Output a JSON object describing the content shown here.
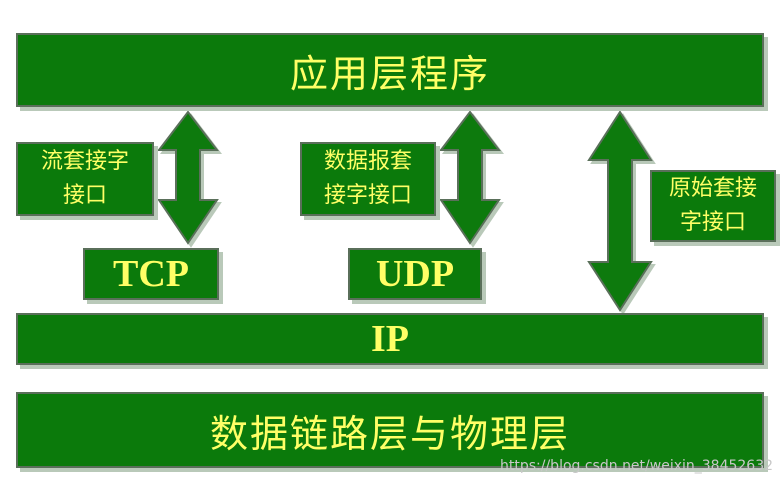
{
  "application_layer": "应用层程序",
  "stream_socket": {
    "line1": "流套接字",
    "line2": "接口"
  },
  "datagram_socket": {
    "line1": "数据报套",
    "line2": "接字接口"
  },
  "raw_socket": {
    "line1": "原始套接",
    "line2": "字接口"
  },
  "tcp": "TCP",
  "udp": "UDP",
  "ip": "IP",
  "datalink_layer": "数据链路层与物理层",
  "watermark": "https://blog.csdn.net/weixin_38452632",
  "colors": {
    "box_fill": "#0b7a0b",
    "text": "#ffff66",
    "border": "#5a6f5a"
  }
}
